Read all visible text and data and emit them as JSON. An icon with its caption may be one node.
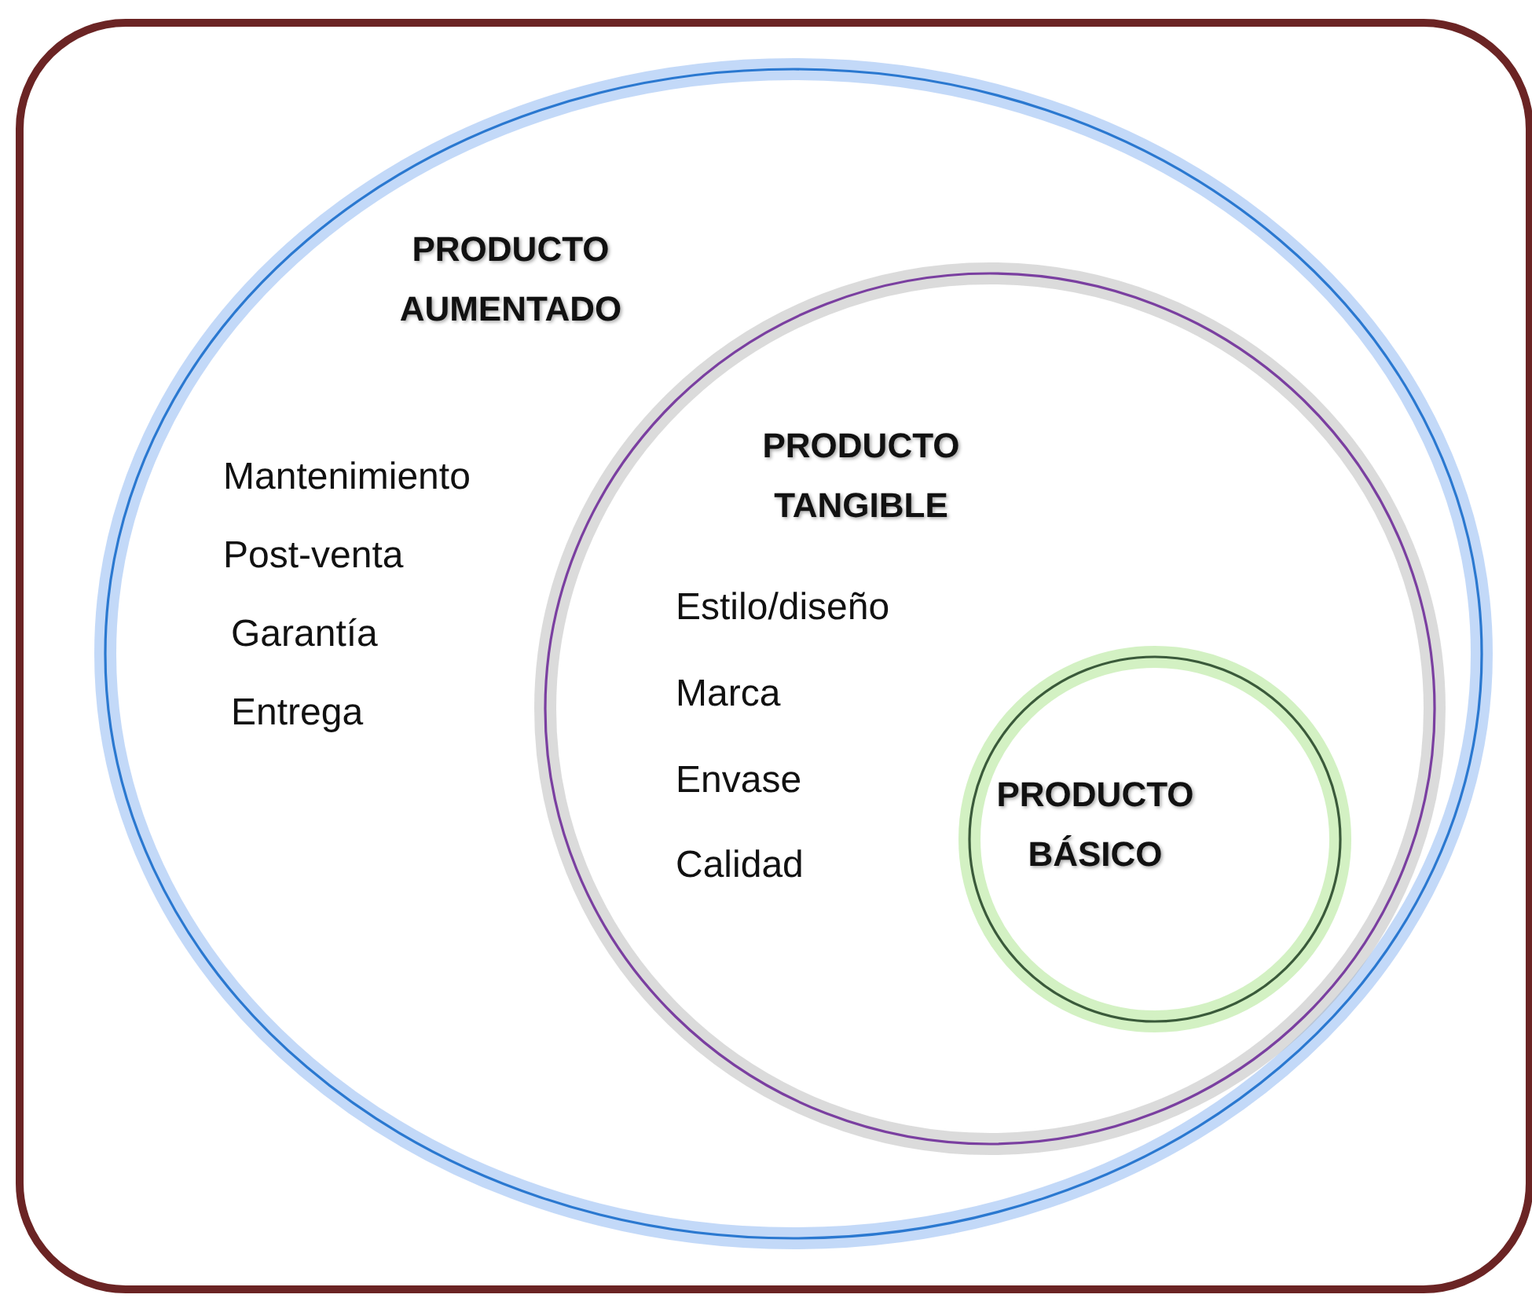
{
  "diagram": {
    "nodes": [
      {
        "text": [
          "PRODUCTO AUMENTADO",
          "Mantenimiento",
          "Post-venta",
          "Garantía",
          "Entrega"
        ]
      },
      {
        "text": [
          "PRODUCTO TANGIBLE",
          "Estilo/diseño",
          "Marca",
          "Envase",
          "Calidad"
        ],
        "in": 0
      },
      {
        "text": [
          "PRODUCTO BÁSICO"
        ],
        "in": 1
      }
    ]
  }
}
